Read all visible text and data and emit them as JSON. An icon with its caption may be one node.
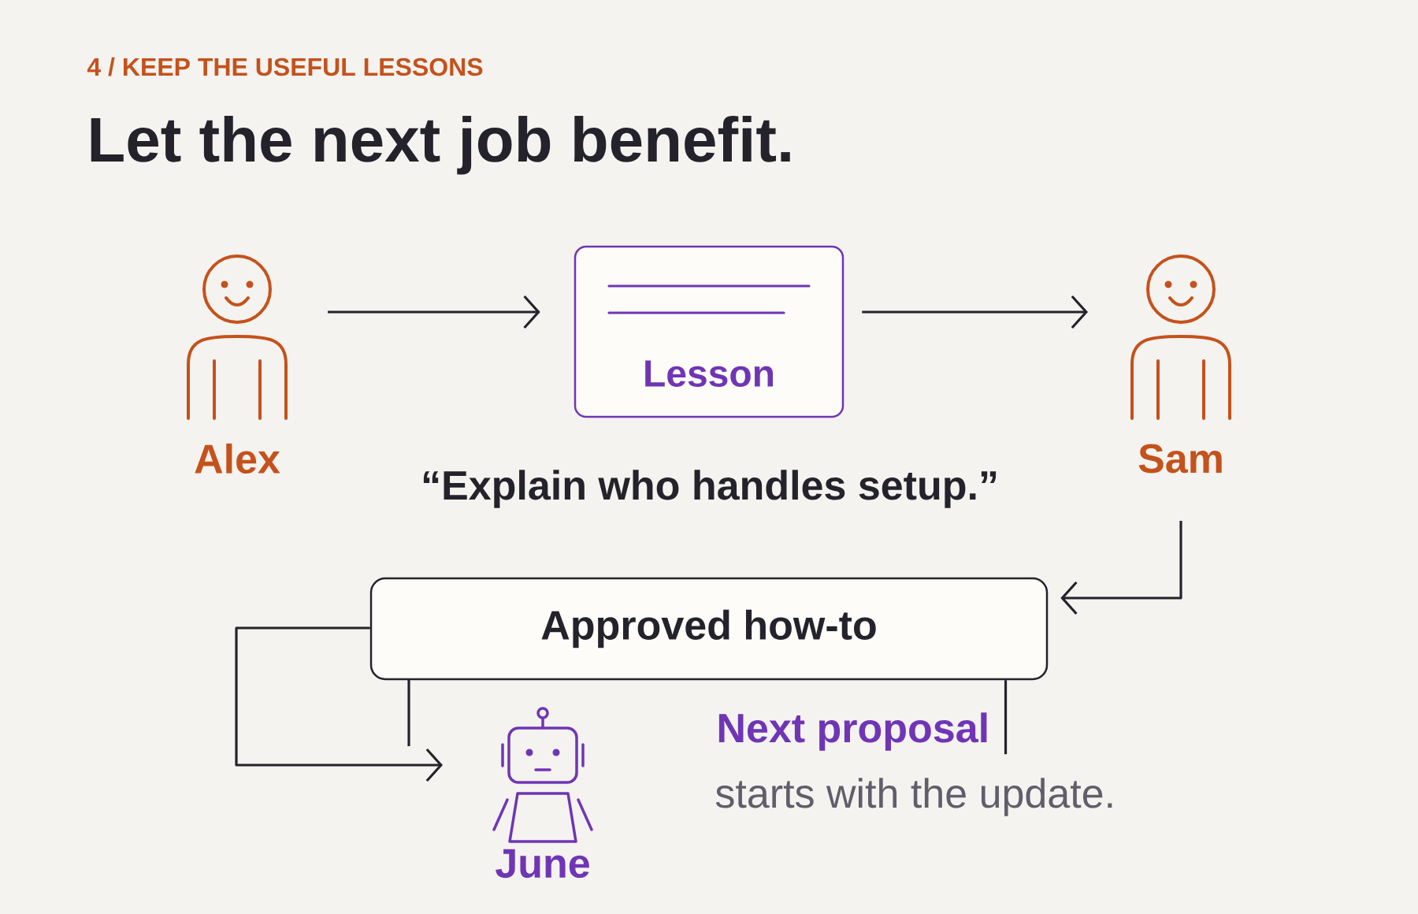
{
  "diagram": {
    "title": "Let the next job benefit.",
    "nodes": [
      {
        "text": [
          "Alex"
        ]
      },
      {
        "text": [
          "Lesson"
        ]
      },
      {
        "text": [
          "Sam"
        ]
      },
      {
        "text": [
          "Approved how-to"
        ]
      },
      {
        "text": [
          "June"
        ]
      },
      {
        "text": [
          "Next proposal"
        ],
        "beside": [
          "starts with the update."
        ]
      }
    ],
    "edges": [
      {
        "from": 0,
        "to": 1,
        "arrow": "to"
      },
      {
        "from": 1,
        "to": 2,
        "arrow": "to"
      },
      {
        "from": 2,
        "to": 3,
        "arrow": "to"
      },
      {
        "from": 3,
        "to": 4,
        "arrow": "to"
      },
      {
        "from": 3,
        "to": 5,
        "arrow": "none"
      }
    ],
    "labels": [
      "4 / KEEP THE USEFUL LESSONS",
      "“Explain who handles setup.”"
    ]
  }
}
